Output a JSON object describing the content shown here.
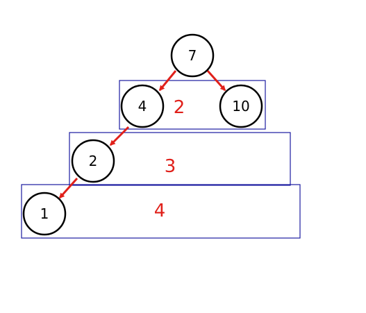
{
  "nodes": [
    {
      "id": "n7",
      "label": "7"
    },
    {
      "id": "n4",
      "label": "4"
    },
    {
      "id": "n10",
      "label": "10"
    },
    {
      "id": "n2",
      "label": "2"
    },
    {
      "id": "n1",
      "label": "1"
    }
  ],
  "edges": [
    {
      "from": "n7",
      "to": "n4"
    },
    {
      "from": "n7",
      "to": "n10"
    },
    {
      "from": "n4",
      "to": "n2"
    },
    {
      "from": "n2",
      "to": "n1"
    }
  ],
  "levels": [
    {
      "id": "level-2",
      "label": "2"
    },
    {
      "id": "level-3",
      "label": "3"
    },
    {
      "id": "level-4",
      "label": "4"
    }
  ],
  "colors": {
    "edge": "#e0201a",
    "level_label": "#e0201a",
    "box_border": "#1a1aa0",
    "node_border": "#000000"
  }
}
